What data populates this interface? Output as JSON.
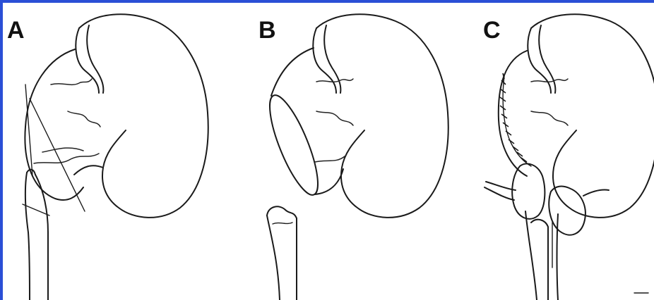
{
  "figure": {
    "panels": [
      {
        "label": "A"
      },
      {
        "label": "B"
      },
      {
        "label": "C"
      }
    ]
  },
  "colors": {
    "border": "#2a4fd6",
    "line": "#1a1a1a",
    "background": "#ffffff"
  }
}
